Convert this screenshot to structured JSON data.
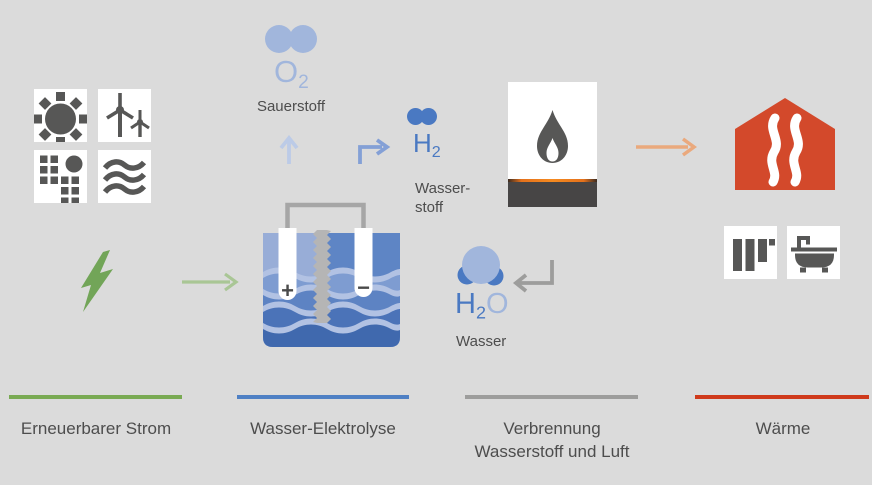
{
  "colors": {
    "bg": "#dbdbdb",
    "panel": "#ffffff",
    "icon-gray": "#575756",
    "text-dark": "#4d4d4d",
    "green-bolt": "#72a558",
    "green-arrow": "#a9c695",
    "green-line": "#79aa53",
    "blue-line": "#4f80c4",
    "gray-line": "#9d9d9c",
    "red-line": "#cf3a1c",
    "house-red": "#d3492b",
    "orange-arrow": "#eaa97d",
    "boiler-base": "#474545",
    "flame-orange": "#f0791e",
    "o2-blue": "#a1b6dc",
    "h2-blue": "#4a79c2",
    "up-arrow-blue": "#bccbe7",
    "elbow-arrow-blue": "#84a0d6",
    "return-arrow-gray": "#9d9d9c",
    "tank-blue": "#5e85c5",
    "tank-light": "#98add7",
    "wave-pale": "#b2c2e3",
    "wave-mid": "#7e9cd1",
    "wave-mid2": "#5d83c3",
    "wave-dark": "#4b73b8",
    "wave-darkest": "#4069ae",
    "membrane-gray": "#b5b5b5",
    "wire-gray": "#a6a6a6",
    "electrode-sign": "#4a4a4a"
  },
  "molecules": {
    "o2": {
      "formula_symbol": "O",
      "formula_sub": "2",
      "caption": "Sauerstoff"
    },
    "h2": {
      "formula_symbol": "H",
      "formula_sub": "2",
      "caption_line1": "Wasser-",
      "caption_line2": "stoff"
    },
    "h2o": {
      "formula_h": "H",
      "formula_sub": "2",
      "formula_o": "O",
      "caption": "Wasser"
    }
  },
  "electrolyzer": {
    "anode_sign": "+",
    "cathode_sign": "−"
  },
  "stages": [
    {
      "label": "Erneuerbarer Strom"
    },
    {
      "label": "Wasser-Elektrolyse"
    },
    {
      "label_line1": "Verbrennung",
      "label_line2": "Wasserstoff und Luft"
    },
    {
      "label": "Wärme"
    }
  ]
}
